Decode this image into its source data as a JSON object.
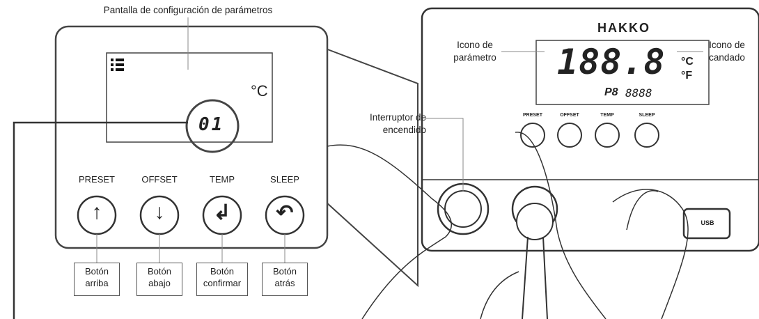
{
  "left_panel": {
    "title": "Pantalla de configuración de parámetros",
    "display": {
      "unit": "°C",
      "number": "01"
    },
    "buttons": [
      {
        "name": "PRESET",
        "arrow": "↑"
      },
      {
        "name": "OFFSET",
        "arrow": "↓"
      },
      {
        "name": "TEMP",
        "arrow": "↲"
      },
      {
        "name": "SLEEP",
        "arrow": "↶"
      }
    ],
    "callouts": [
      {
        "line1": "Botón",
        "line2": "arriba"
      },
      {
        "line1": "Botón",
        "line2": "abajo"
      },
      {
        "line1": "Botón",
        "line2": "confirmar"
      },
      {
        "line1": "Botón",
        "line2": "atrás"
      }
    ]
  },
  "device": {
    "brand": "HAKKO",
    "lcd": {
      "digits": "188.8",
      "unit_c": "°C",
      "unit_f": "°F",
      "preset": "P8",
      "small_digits": "8888"
    },
    "buttons": [
      "PRESET",
      "OFFSET",
      "TEMP",
      "SLEEP"
    ],
    "usb": "USB",
    "labels": {
      "param_icon_1": "Icono de",
      "param_icon_2": "parámetro",
      "lock_icon_1": "Icono de",
      "lock_icon_2": "candado",
      "power_1": "Interruptor de",
      "power_2": "encendido"
    }
  },
  "colors": {
    "stroke": "#333333",
    "panel": "#ffffff",
    "leader": "#888888"
  }
}
